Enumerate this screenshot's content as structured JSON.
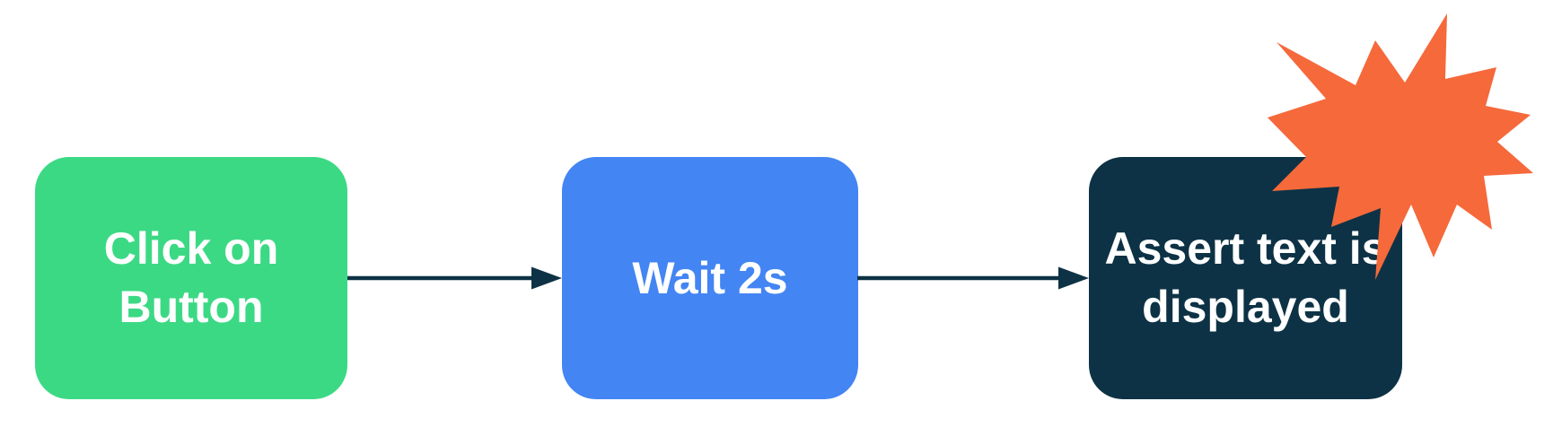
{
  "diagram": {
    "type": "flowchart",
    "background_color": "#FFFFFF",
    "text_color": "#FFFFFF",
    "arrow_color": "#0D3245",
    "burst_color": "#F5693B",
    "burst_icon": "explosion-starburst",
    "nodes": [
      {
        "id": "step-1",
        "label": "Click on Button",
        "color": "#3CD985"
      },
      {
        "id": "step-2",
        "label": "Wait 2s",
        "color": "#4385F3"
      },
      {
        "id": "step-3",
        "label": "Assert text is displayed",
        "color": "#0D3245"
      }
    ],
    "edges": [
      {
        "from": "step-1",
        "to": "step-2"
      },
      {
        "from": "step-2",
        "to": "step-3"
      }
    ]
  }
}
